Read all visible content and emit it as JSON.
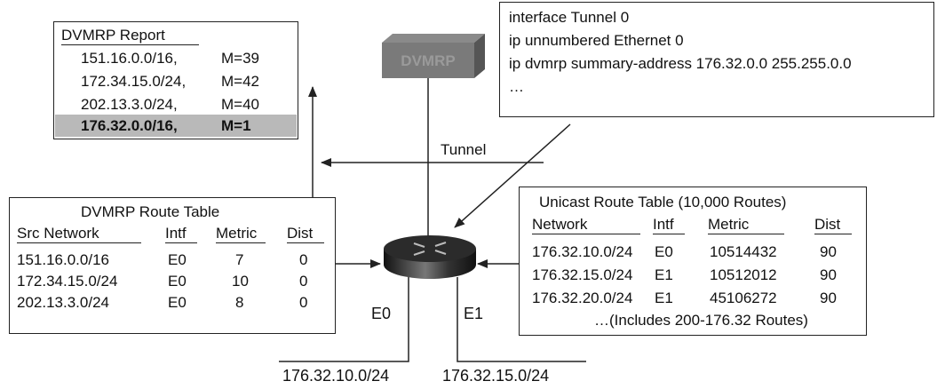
{
  "report": {
    "title": "DVMRP Report",
    "rows": [
      {
        "net": "151.16.0.0/16,",
        "metric": "M=39"
      },
      {
        "net": "172.34.15.0/24,",
        "metric": "M=42"
      },
      {
        "net": "202.13.3.0/24,",
        "metric": "M=40"
      },
      {
        "net": "176.32.0.0/16,",
        "metric": "M=1"
      }
    ]
  },
  "config": {
    "lines": [
      "interface Tunnel 0",
      "ip unnumbered Ethernet 0",
      "ip dvmrp summary-address 176.32.0.0 255.255.0.0",
      "…"
    ]
  },
  "dvmrp_router": {
    "label": "DVMRP"
  },
  "tunnel_label": "Tunnel",
  "dvmrp_table": {
    "title": "DVMRP Route Table",
    "headers": [
      "Src Network",
      "Intf",
      "Metric",
      "Dist"
    ],
    "rows": [
      [
        "151.16.0.0/16",
        "E0",
        "7",
        "0"
      ],
      [
        "172.34.15.0/24",
        "E0",
        "10",
        "0"
      ],
      [
        "202.13.3.0/24",
        "E0",
        "8",
        "0"
      ]
    ]
  },
  "unicast_table": {
    "title": "Unicast Route Table (10,000 Routes)",
    "headers": [
      "Network",
      "Intf",
      "Metric",
      "Dist"
    ],
    "rows": [
      [
        "176.32.10.0/24",
        "E0",
        "10514432",
        "90"
      ],
      [
        "176.32.15.0/24",
        "E1",
        "10512012",
        "90"
      ],
      [
        "176.32.20.0/24",
        "E1",
        "45106272",
        "90"
      ]
    ],
    "footer": "…(Includes 200-176.32 Routes)"
  },
  "interfaces": {
    "e0": "E0",
    "e1": "E1"
  },
  "subnets": {
    "e0": "176.32.10.0/24",
    "e1": "176.32.15.0/24"
  }
}
